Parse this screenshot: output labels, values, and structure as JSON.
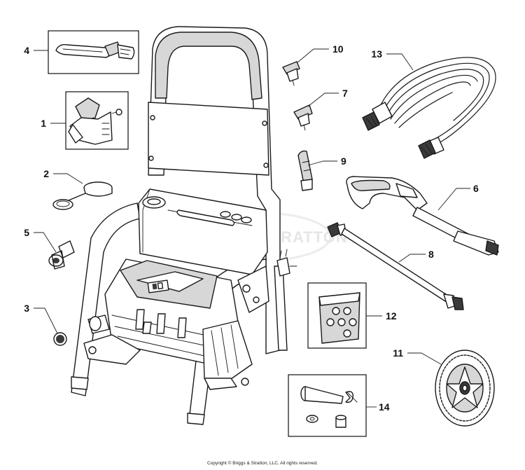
{
  "watermark": "BRIGGS & STRATTON",
  "copyright": "Copyright © Briggs & Stratton, LLC. All rights reserved.",
  "callouts": {
    "p1": "1",
    "p2": "2",
    "p3": "3",
    "p4": "4",
    "p5": "5",
    "p6": "6",
    "p7": "7",
    "p8": "8",
    "p9": "9",
    "p10": "10",
    "p11": "11",
    "p12": "12",
    "p13": "13",
    "p14": "14"
  }
}
